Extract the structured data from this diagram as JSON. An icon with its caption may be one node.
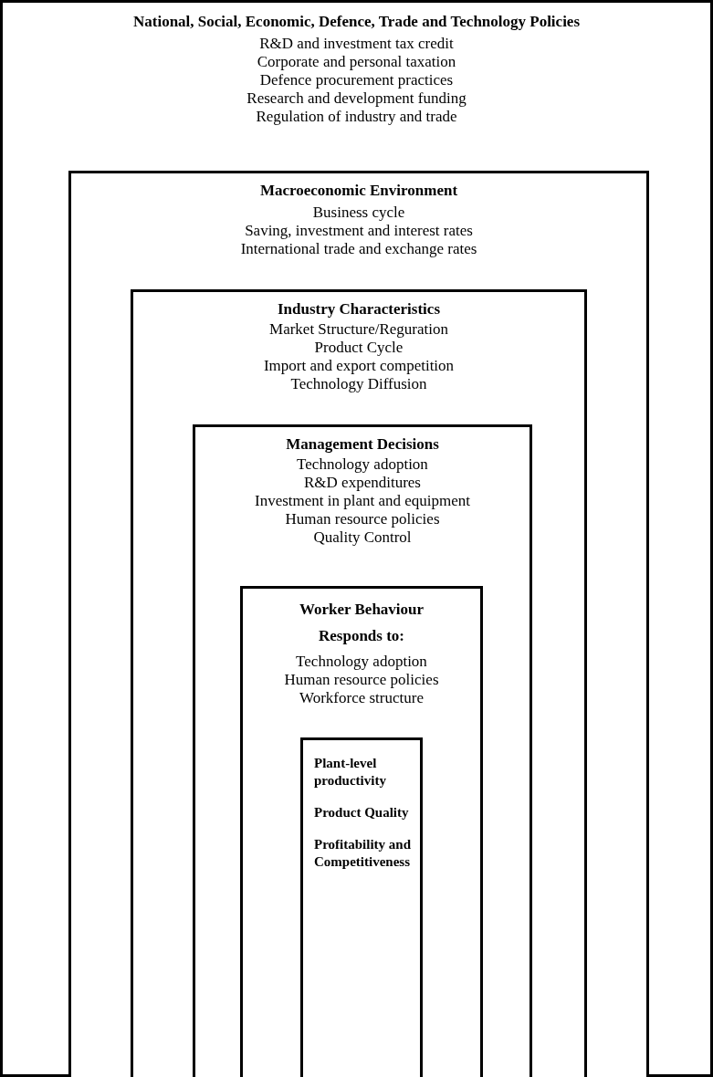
{
  "diagram": {
    "nodes": [
      {
        "text": [
          "National, Social, Economic, Defence, Trade and Technology Policies",
          "R&D and investment tax credit",
          "Corporate and personal taxation",
          "Defence procurement practices",
          "Research and development funding",
          "Regulation of industry and trade"
        ]
      },
      {
        "text": [
          "Macroeconomic Environment",
          "Business cycle",
          "Saving, investment and interest rates",
          "International trade and exchange rates"
        ],
        "in": 0
      },
      {
        "text": [
          "Industry Characteristics",
          "Market Structure/Reguration",
          "Product Cycle",
          "Import and export competition",
          "Technology Diffusion"
        ],
        "in": 1
      },
      {
        "text": [
          "Management Decisions",
          "Technology adoption",
          "R&D expenditures",
          "Investment in plant and equipment",
          "Human resource policies",
          "Quality Control"
        ],
        "in": 2
      },
      {
        "text": [
          "Worker Behaviour",
          "Responds to:",
          "Technology adoption",
          "Human resource policies",
          "Workforce structure"
        ],
        "in": 3
      },
      {
        "text": [
          "Plant-level productivity",
          "Product Quality",
          "Profitability and Competitiveness"
        ],
        "in": 4
      }
    ]
  }
}
